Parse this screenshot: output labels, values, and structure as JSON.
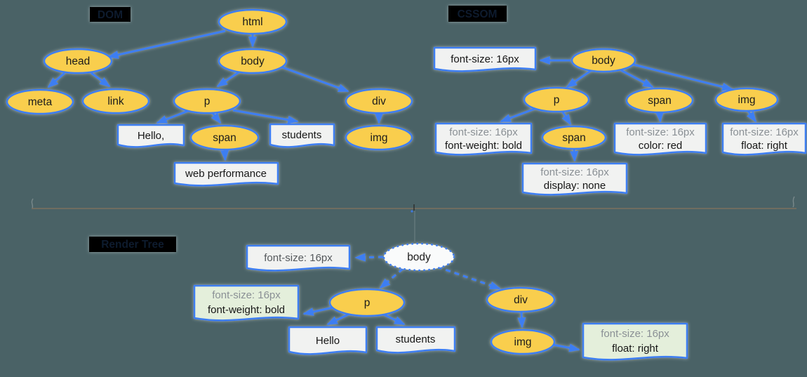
{
  "dom": {
    "title": "DOM",
    "nodes": {
      "html": "html",
      "head": "head",
      "body": "body",
      "meta": "meta",
      "link": "link",
      "p": "p",
      "div": "div",
      "span": "span",
      "img": "img"
    },
    "texts": {
      "hello": "Hello,",
      "students": "students",
      "webperf": "web performance"
    }
  },
  "cssom": {
    "title": "CSSOM",
    "nodes": {
      "body": "body",
      "p": "p",
      "span": "span",
      "span_child": "span",
      "img": "img"
    },
    "rules": {
      "body": {
        "line1": "font-size: 16px"
      },
      "p": {
        "line1": "font-size: 16px",
        "line2": "font-weight: bold"
      },
      "span": {
        "line1": "font-size: 16px",
        "line2": "color: red"
      },
      "span_child": {
        "line1": "font-size: 16px",
        "line2": "display: none"
      },
      "img": {
        "line1": "font-size: 16px",
        "line2": "float: right"
      }
    }
  },
  "render": {
    "title": "Render Tree",
    "nodes": {
      "body": "body",
      "p": "p",
      "div": "div",
      "img": "img"
    },
    "texts": {
      "hello": "Hello",
      "students": "students"
    },
    "rules": {
      "body": {
        "line1": "font-size: 16px"
      },
      "p": {
        "line1": "font-size: 16px",
        "line2": "font-weight: bold"
      },
      "img": {
        "line1": "font-size: 16px",
        "line2": "float: right"
      }
    }
  },
  "colors": {
    "background": "#4A6266",
    "node_fill": "#F9CE4E",
    "node_stroke": "#3d7ef2",
    "arrow": "#3d7ef2",
    "box_fill": "#F1F2F1",
    "green_box_fill": "#E4EFDB",
    "title_box": "#000000",
    "divider": "#82735F",
    "muted_text": "#8a9095"
  }
}
